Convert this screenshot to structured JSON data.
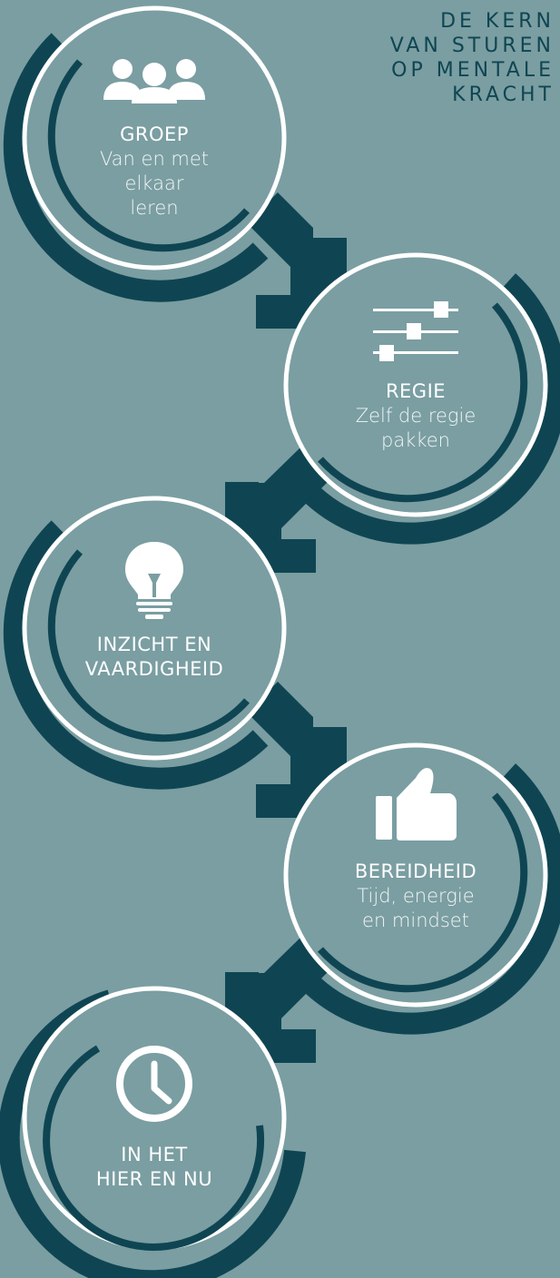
{
  "colors": {
    "background": "#7a9ea2",
    "dark": "#0f4552",
    "ring": "#ffffff"
  },
  "title_lines": [
    "DE KERN",
    "VAN STUREN",
    "OP MENTALE",
    "KRACHT"
  ],
  "steps": [
    {
      "icon": "group-icon",
      "title": "GROEP",
      "lines": [
        "Van en met",
        "elkaar",
        "leren"
      ]
    },
    {
      "icon": "sliders-icon",
      "title": "REGIE",
      "lines": [
        "Zelf de regie",
        "pakken"
      ]
    },
    {
      "icon": "lightbulb-icon",
      "title_lines": [
        "INZICHT EN",
        "VAARDIGHEID"
      ]
    },
    {
      "icon": "thumbs-up-icon",
      "title": "BEREIDHEID",
      "lines": [
        "Tijd, energie",
        "en mindset"
      ]
    },
    {
      "icon": "clock-icon",
      "title_lines": [
        "IN HET",
        "HIER EN NU"
      ]
    }
  ]
}
